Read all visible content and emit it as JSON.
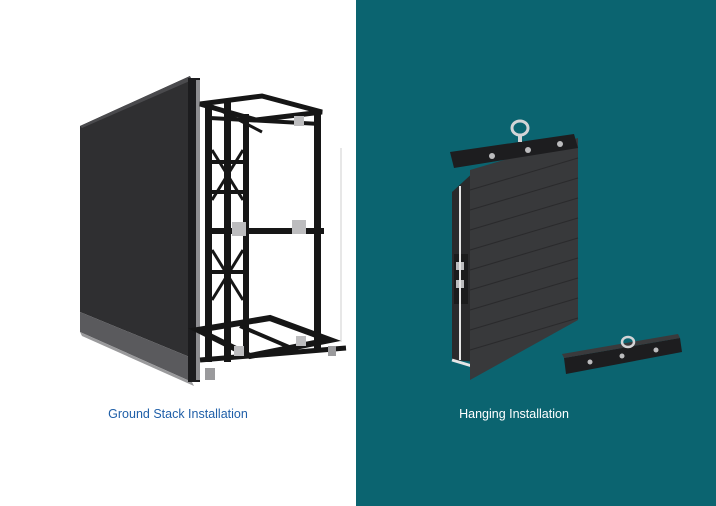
{
  "left": {
    "caption": "Ground Stack Installation",
    "image_icon": "led-screen-ground-stack-image"
  },
  "right": {
    "caption": "Hanging Installation",
    "image_icon": "led-panel-hanging-image"
  },
  "colors": {
    "left_background": "#ffffff",
    "right_background": "#0b6470",
    "left_caption": "#1f5fa8",
    "right_caption": "#ffffff"
  }
}
